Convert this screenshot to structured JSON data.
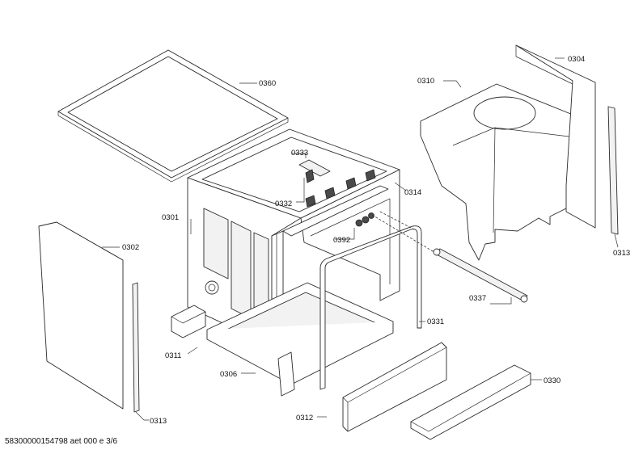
{
  "diagram": {
    "part_labels": {
      "p0360": "0360",
      "p0333": "0333",
      "p0332": "0332",
      "p0314": "0314",
      "p0301": "0301",
      "p0302": "0302",
      "p0392": "0392",
      "p0310": "0310",
      "p0304": "0304",
      "p0313a": "0313",
      "p0313b": "0313",
      "p0337": "0337",
      "p0331": "0331",
      "p0311": "0311",
      "p0306": "0306",
      "p0330": "0330",
      "p0312": "0312"
    },
    "footer_text": "58300000154798 aet 000 e 3/6"
  }
}
